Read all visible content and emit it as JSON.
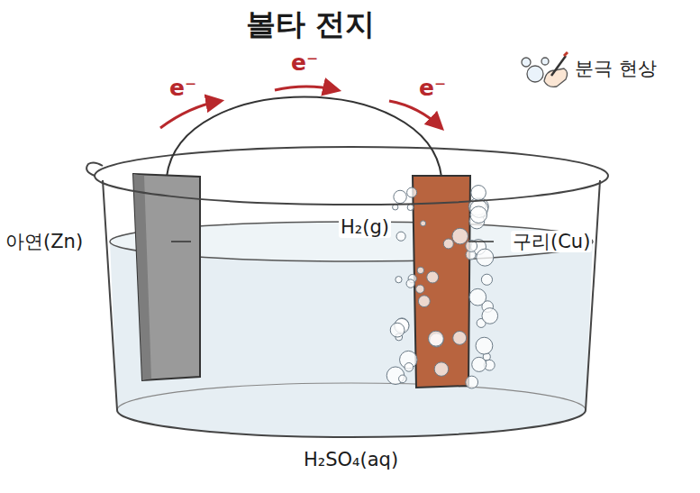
{
  "diagram": {
    "title": "볼타 전지",
    "labels": [
      "분극 현상",
      "e⁻",
      "e⁻",
      "e⁻",
      "아연(Zn)",
      "H₂(g)",
      "구리(Cu)",
      "H₂SO₄(aq)"
    ]
  }
}
